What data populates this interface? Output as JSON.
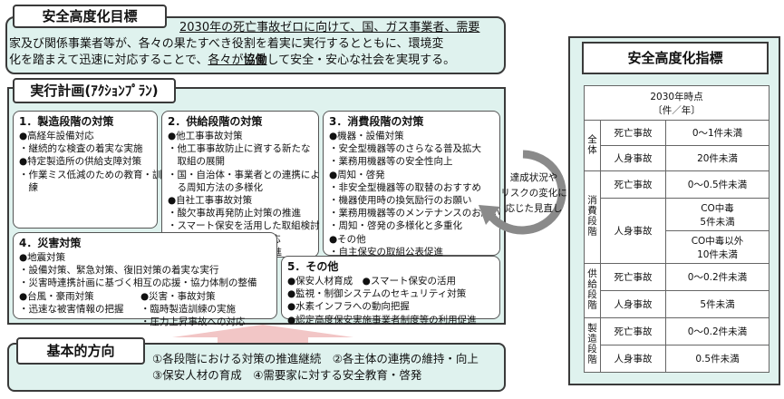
{
  "goal": {
    "title": "安全高度化目標",
    "line1": "2030年の死亡事故ゼロに向けて、国、ガス事業者、需要",
    "line2": "家及び関係事業者等が、各々の果たすべき役割を着実に実行するとともに、環境変",
    "line3a": "化を踏まえて迅速に対応することで、",
    "line3b": "各々が",
    "line3c": "協働",
    "line3d": "して安全・安心な社会を実現する。"
  },
  "plan": {
    "title": "実行計画(ｱｸｼｮﾝﾌﾟﾗﾝ)",
    "mfg": {
      "title": "1．製造段階の対策",
      "items": [
        "●高経年設備対応",
        "・継続的な検査の着実な実施",
        "●特定製造所の供給支障対策",
        "・作業ミス低減のための教育・訓",
        "　練"
      ]
    },
    "supply": {
      "title": "2．供給段階の対策",
      "items": [
        "●他工事事故対策",
        "・他工事事故防止に資する新たな",
        "　取組の展開",
        "・国・自治体・事業者との連携によ",
        "　る周知方法の多様化",
        "●自社工事事故対策",
        "・酸欠事故再発防止対策の推進",
        "・スマート保安を活用した取組検討",
        "●ガス工作物の経年化対応",
        "・経年管対策の着実な推進"
      ]
    },
    "consumer": {
      "title": "3．消費段階の対策",
      "items": [
        "●機器・設備対策",
        "・安全型機器等のさらなる普及拡大",
        "・業務用機器等の安全性向上",
        "●周知・啓発",
        "・非安全型機器等の取替のおすすめ",
        "・機器使用時の換気励行のお願い",
        "・業務用機器等のメンテナンスのお願い",
        "・周知・啓発の多様化と多重化",
        "●その他",
        "・自主保安の取組公表促進"
      ]
    },
    "disaster": {
      "title": "4．災害対策",
      "items": [
        "●地震対策",
        "・設備対策、緊急対策、復旧対策の着実な実行",
        "・災害時連携計画に基づく相互の応援・協力体制の整備"
      ],
      "left": [
        "●台風・豪雨対策",
        "・迅速な被害情報の把握"
      ],
      "right": [
        "●災害・事故対策",
        "・臨時製造訓練の実施",
        "・圧力上昇事故への対応"
      ]
    },
    "other": {
      "title": "5．その他",
      "items": [
        "●保安人材育成　●スマート保安の活用",
        "●監視・制御システムのセキュリティ対策",
        "●水素インフラへの動向把握",
        "●認定高度保安実施事業者制度等の利用促進"
      ]
    },
    "cycle_lines": [
      "達成状況や",
      "リスクの変化に",
      "応じた見直し"
    ]
  },
  "basic": {
    "title": "基本的方向",
    "line1": "①各段階における対策の推進継続　②各主体の連携の維持・向上",
    "line2": "③保安人材の育成　④需要家に対する安全教育・啓発"
  },
  "indicators": {
    "title": "安全高度化指標",
    "header_line1": "2030年時点",
    "header_line2": "〔件／年〕",
    "stages": {
      "all": "全体",
      "consumer": "消費段階",
      "supply": "供給段階",
      "mfg": "製造段階"
    },
    "death": "死亡事故",
    "injury": "人身事故",
    "values": {
      "all_death": "0～1件未満",
      "all_injury": "20件未満",
      "cons_death": "0～0.5件未満",
      "cons_injury_co1": "CO中毒",
      "cons_injury_co2": "5件未満",
      "cons_injury_nonco1": "CO中毒以外",
      "cons_injury_nonco2": "10件未満",
      "sup_death": "0～0.2件未満",
      "sup_injury": "5件未満",
      "mfg_death": "0～0.2件未満",
      "mfg_injury": "0.5件未満"
    }
  },
  "colors": {
    "panel_fill": "#dff2ee",
    "border": "#3a3a3a",
    "arrow": "#f2c6c6"
  }
}
